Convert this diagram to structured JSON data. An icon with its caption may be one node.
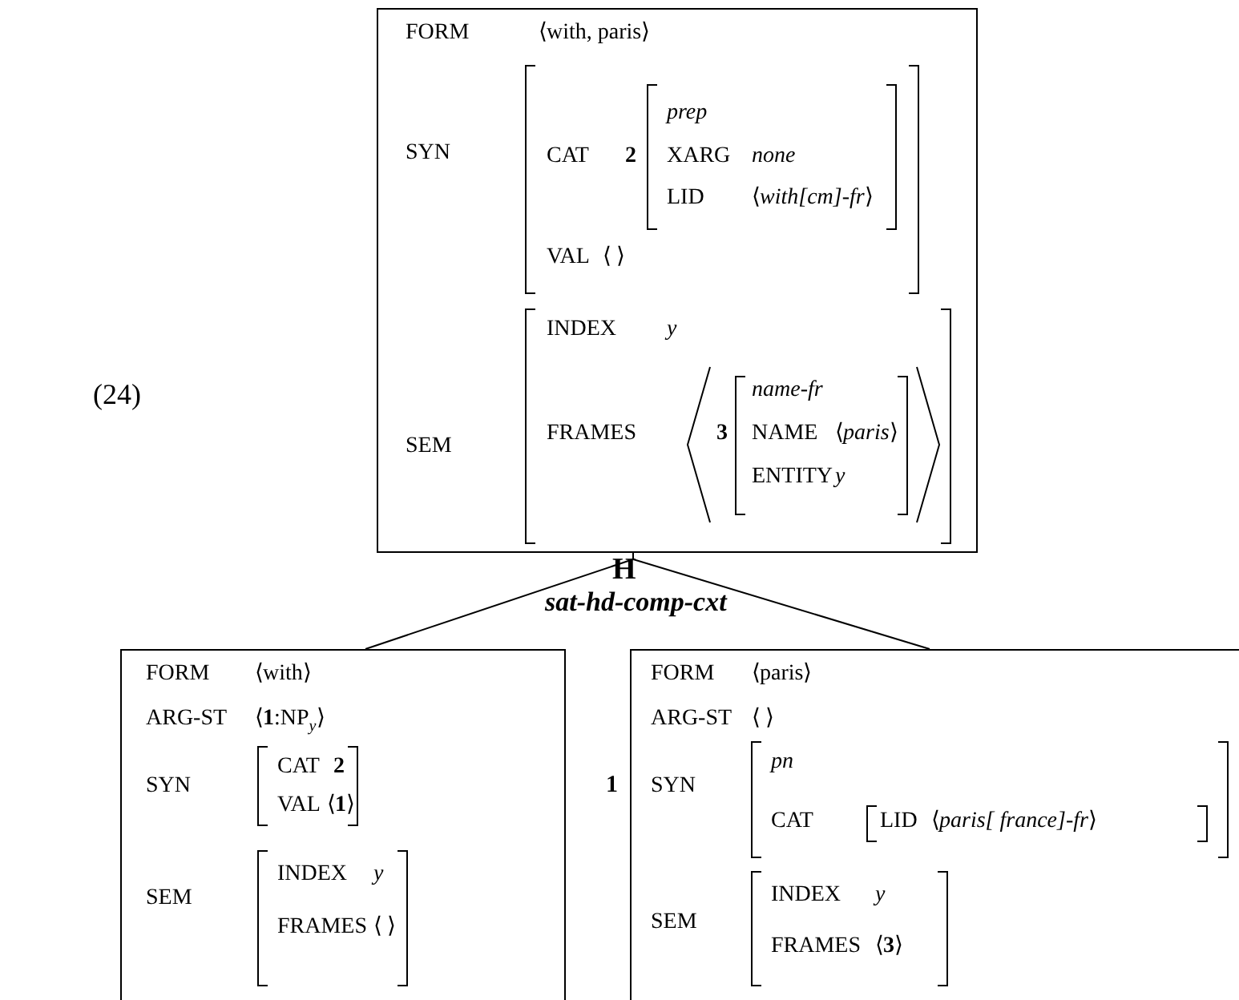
{
  "diagram": {
    "nodes": [
      {
        "text": [
          "FORM",
          "⟨with, paris⟩",
          "SYN",
          "CAT",
          "2",
          "prep",
          "XARG",
          "none",
          "LID",
          "⟨*with[cm]-fr*⟩",
          "VAL",
          "⟨ ⟩",
          "SEM",
          "INDEX",
          "y",
          "FRAMES",
          "3",
          "name-fr",
          "NAME",
          "⟨*paris*⟩",
          "ENTITY",
          "y"
        ]
      },
      {
        "text": [
          "FORM",
          "⟨with⟩",
          "ARG-ST",
          "⟨**1**:NP$_{y}$⟩",
          "SYN",
          "CAT",
          "2",
          "VAL",
          "⟨**1**⟩",
          "SEM",
          "INDEX",
          "y",
          "FRAMES",
          "⟨ ⟩"
        ]
      },
      {
        "text": [
          "FORM",
          "⟨paris⟩",
          "ARG-ST",
          "⟨ ⟩",
          "SYN",
          "pn",
          "CAT",
          "LID",
          "⟨*paris[ france]-fr*⟩",
          "SEM",
          "INDEX",
          "y",
          "FRAMES",
          "⟨**3**⟩"
        ],
        "beside": [
          "1"
        ]
      }
    ],
    "edges": [
      {
        "from": 0,
        "to": 1,
        "arrow": "none"
      },
      {
        "from": 0,
        "to": 2,
        "arrow": "none"
      }
    ],
    "labels": [
      "(24)",
      "H",
      "sat-hd-comp-cxt"
    ]
  }
}
